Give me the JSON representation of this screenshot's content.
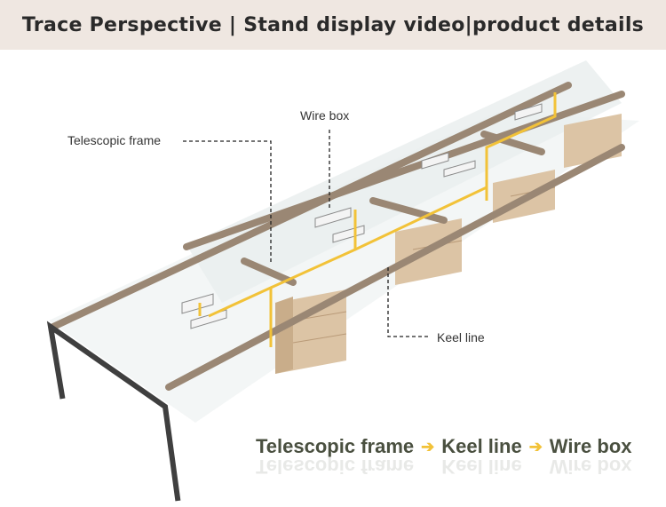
{
  "header": {
    "title": "Trace Perspective | Stand display video|product details"
  },
  "labels": {
    "telescopic_frame": "Telescopic frame",
    "wire_box": "Wire box",
    "keel_line": "Keel line"
  },
  "flow": {
    "step1": "Telescopic frame",
    "step2": "Keel line",
    "step3": "Wire box",
    "arrow": "➔"
  },
  "colors": {
    "header_bg": "#efe7e1",
    "accent": "#f2c238",
    "frame": "#3f3f3f",
    "wood": "#ddc5a6"
  }
}
